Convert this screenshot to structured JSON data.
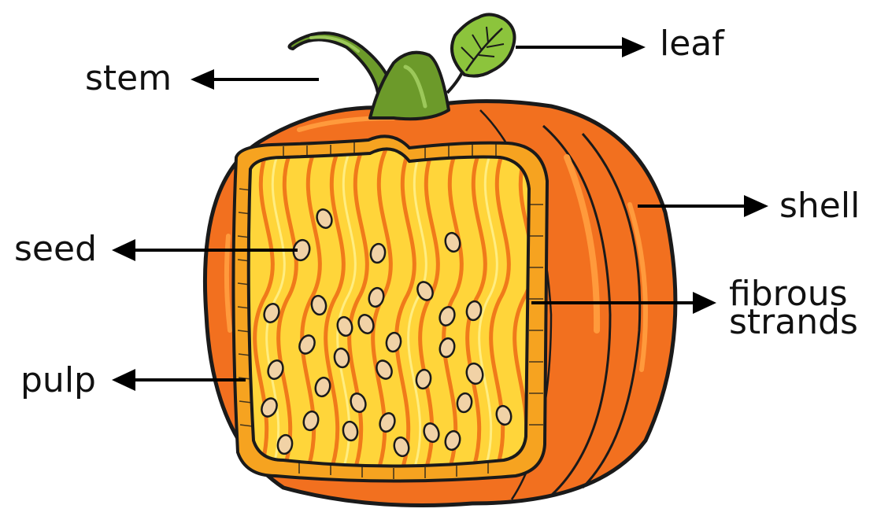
{
  "diagram": {
    "labels": {
      "stem": "stem",
      "leaf": "leaf",
      "shell": "shell",
      "seed": "seed",
      "fibrous_line1": "fibrous",
      "fibrous_line2": "strands",
      "pulp": "pulp"
    },
    "colors": {
      "shell_dark": "#d9530a",
      "shell": "#f2701f",
      "shell_light": "#ff9a3c",
      "pulp_rim": "#f6a320",
      "flesh": "#ffd53a",
      "flesh_light": "#fff08a",
      "strand": "#f07a1a",
      "seed": "#f1d2a6",
      "stem": "#6c9a2a",
      "leaf": "#8cc43c",
      "outline": "#1a1a1a",
      "arrow": "#000000"
    }
  }
}
